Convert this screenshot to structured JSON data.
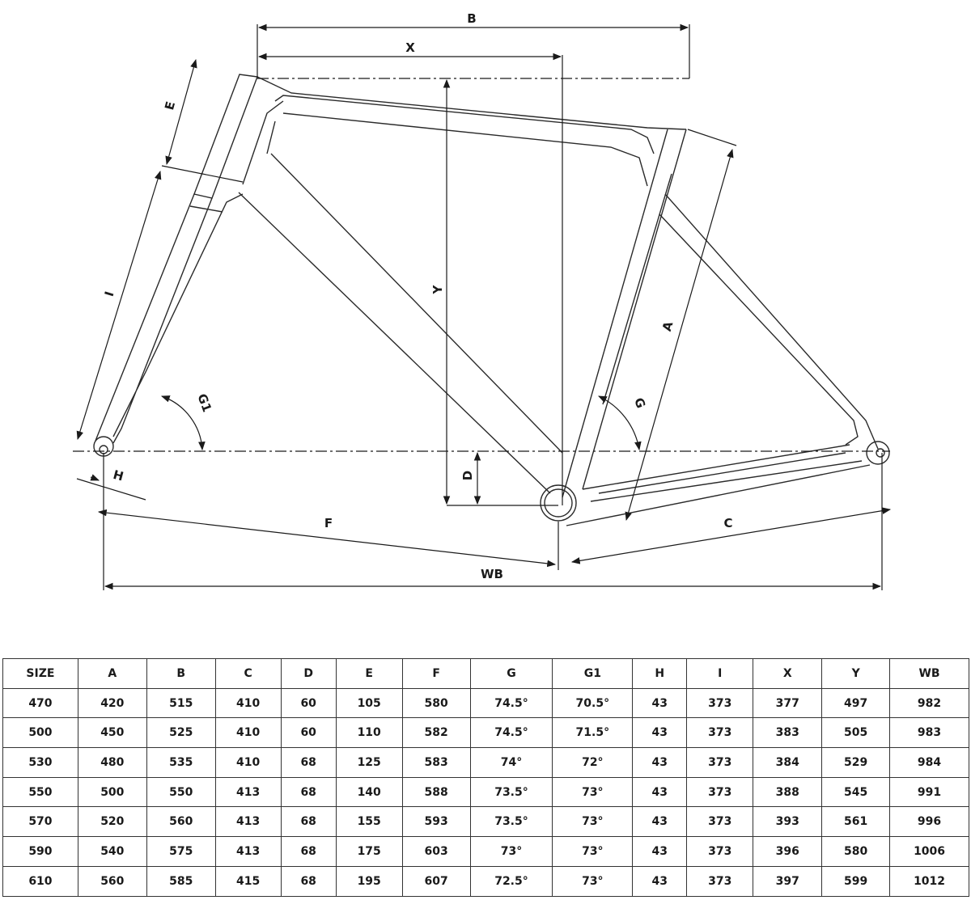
{
  "diagram": {
    "labels": {
      "B": "B",
      "X": "X",
      "E": "E",
      "Y": "Y",
      "I": "I",
      "G1": "G1",
      "A": "A",
      "G": "G",
      "D": "D",
      "H": "H",
      "F": "F",
      "C": "C",
      "WB": "WB"
    }
  },
  "table": {
    "headers": [
      "SIZE",
      "A",
      "B",
      "C",
      "D",
      "E",
      "F",
      "G",
      "G1",
      "H",
      "I",
      "X",
      "Y",
      "WB"
    ],
    "rows": [
      [
        "470",
        "420",
        "515",
        "410",
        "60",
        "105",
        "580",
        "74.5°",
        "70.5°",
        "43",
        "373",
        "377",
        "497",
        "982"
      ],
      [
        "500",
        "450",
        "525",
        "410",
        "60",
        "110",
        "582",
        "74.5°",
        "71.5°",
        "43",
        "373",
        "383",
        "505",
        "983"
      ],
      [
        "530",
        "480",
        "535",
        "410",
        "68",
        "125",
        "583",
        "74°",
        "72°",
        "43",
        "373",
        "384",
        "529",
        "984"
      ],
      [
        "550",
        "500",
        "550",
        "413",
        "68",
        "140",
        "588",
        "73.5°",
        "73°",
        "43",
        "373",
        "388",
        "545",
        "991"
      ],
      [
        "570",
        "520",
        "560",
        "413",
        "68",
        "155",
        "593",
        "73.5°",
        "73°",
        "43",
        "373",
        "393",
        "561",
        "996"
      ],
      [
        "590",
        "540",
        "575",
        "413",
        "68",
        "175",
        "603",
        "73°",
        "73°",
        "43",
        "373",
        "396",
        "580",
        "1006"
      ],
      [
        "610",
        "560",
        "585",
        "415",
        "68",
        "195",
        "607",
        "72.5°",
        "73°",
        "43",
        "373",
        "397",
        "599",
        "1012"
      ]
    ]
  }
}
